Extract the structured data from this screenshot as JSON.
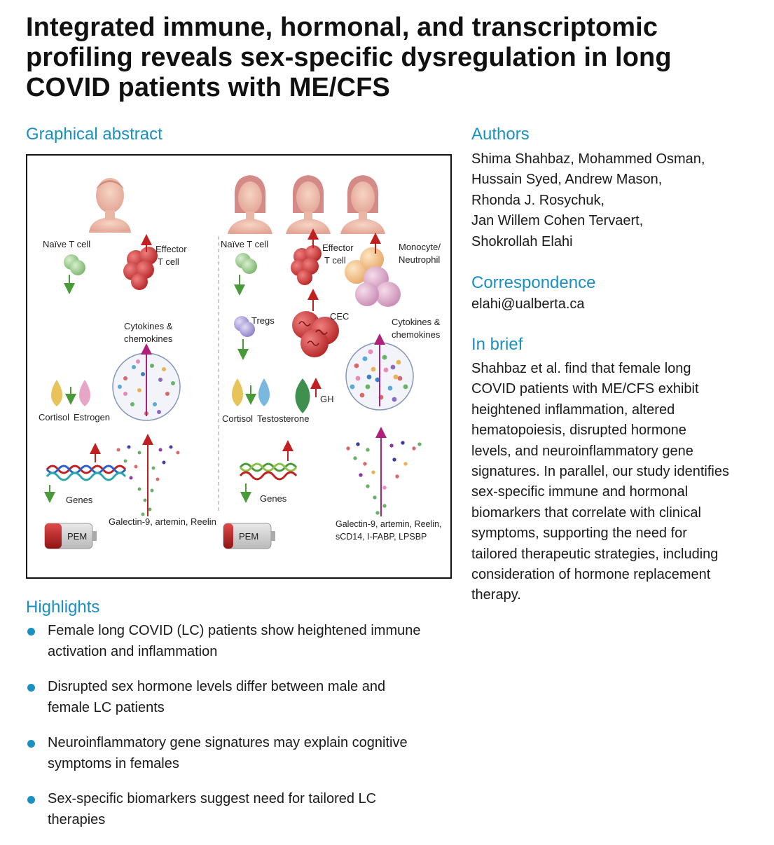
{
  "title": "Integrated immune, hormonal, and transcriptomic profiling reveals sex-specific dysregulation in long COVID patients with ME/CFS",
  "graphical_abstract": {
    "heading": "Graphical abstract",
    "labels": {
      "naive_t_cell_left": "Naïve T cell",
      "effector_left_1": "Effector",
      "effector_left_2": "T cell",
      "cytokines_left_1": "Cytokines &",
      "cytokines_left_2": "chemokines",
      "cortisol_left": "Cortisol",
      "estrogen": "Estrogen",
      "genes_left": "Genes",
      "biomarkers_left": "Galectin-9, artemin, Reelin",
      "pem_left": "PEM",
      "naive_t_cell_right": "Naïve T cell",
      "effector_right_1": "Effector",
      "effector_right_2": "T cell",
      "monocyte_1": "Monocyte/",
      "monocyte_2": "Neutrophil",
      "tregs": "Tregs",
      "cec": "CEC",
      "cytokines_right_1": "Cytokines &",
      "cytokines_right_2": "chemokines",
      "cortisol_right": "Cortisol",
      "testosterone": "Testosterone",
      "gh": "GH",
      "genes_right": "Genes",
      "biomarkers_right_1": "Galectin-9, artemin, Reelin,",
      "biomarkers_right_2": "sCD14, I-FABP, LPSBP",
      "pem_right": "PEM"
    }
  },
  "authors": {
    "heading": "Authors",
    "lines": [
      "Shima Shahbaz, Mohammed Osman,",
      "Hussain Syed, Andrew Mason,",
      "Rhonda J. Rosychuk,",
      "Jan Willem Cohen Tervaert,",
      "Shokrollah Elahi"
    ]
  },
  "correspondence": {
    "heading": "Correspondence",
    "email": "elahi@ualberta.ca"
  },
  "in_brief": {
    "heading": "In brief",
    "lines": [
      "Shahbaz et al. find that female long",
      "COVID patients with ME/CFS exhibit",
      "heightened inflammation, altered",
      "hematopoiesis, disrupted hormone",
      "levels, and neuroinflammatory gene",
      "signatures. In parallel, our study identifies",
      "sex-specific immune and hormonal",
      "biomarkers that correlate with clinical",
      "symptoms, supporting the need for",
      "tailored therapeutic strategies, including",
      "consideration of hormone replacement",
      "therapy."
    ]
  },
  "highlights": {
    "heading": "Highlights",
    "items": [
      {
        "line1": "Female long COVID (LC) patients show heightened immune",
        "line2": "activation and inflammation"
      },
      {
        "line1": "Disrupted sex hormone levels differ between male and",
        "line2": "female LC patients"
      },
      {
        "line1": "Neuroinflammatory gene signatures may explain cognitive",
        "line2": "symptoms in females"
      },
      {
        "line1": "Sex-specific biomarkers suggest need for tailored LC",
        "line2": "therapies"
      }
    ]
  },
  "colors": {
    "accent_blue": "#1a8fc4",
    "arrow_red": "#c0201f",
    "arrow_green": "#4a9a3a"
  }
}
